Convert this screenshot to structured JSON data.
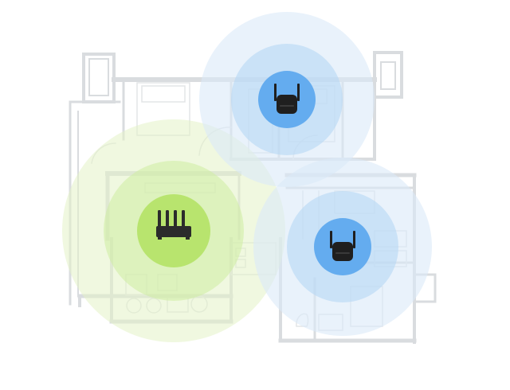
{
  "floorplan": {
    "wall_color": "#d9dcdf",
    "furniture_color": "#e3e5e7"
  },
  "coverage": [
    {
      "id": "router",
      "device_icon": "router-icon",
      "outer_color": "#e3f3c7",
      "mid_color": "#cdeca0",
      "inner_color": "#b8e46e",
      "icon_color": "#2b2b2b"
    },
    {
      "id": "extender-top",
      "device_icon": "wifi-extender-icon",
      "outer_color": "#dbeaf9",
      "mid_color": "#b6d7f5",
      "inner_color": "#64acef",
      "icon_color": "#1f1f1f"
    },
    {
      "id": "extender-bottom-right",
      "device_icon": "wifi-extender-icon",
      "outer_color": "#dbeaf9",
      "mid_color": "#b6d7f5",
      "inner_color": "#64acef",
      "icon_color": "#1f1f1f"
    }
  ]
}
